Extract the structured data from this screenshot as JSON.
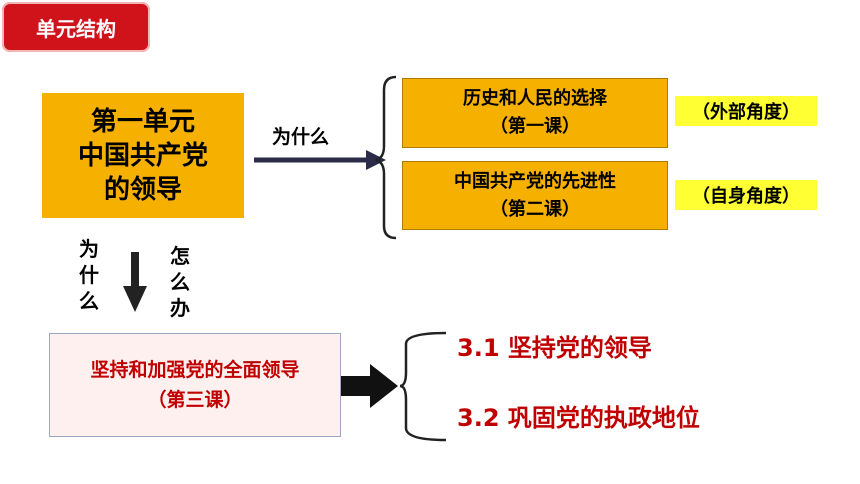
{
  "header": {
    "tag_label": "单元结构"
  },
  "unit": {
    "line1": "第一单元",
    "line2": "中国共产党",
    "line3": "的领导"
  },
  "why_label": "为什么",
  "lessons": [
    {
      "title": "历史和人民的选择",
      "number": "（第一课）",
      "angle": "（外部角度）"
    },
    {
      "title": "中国共产党的先进性",
      "number": "（第二课）",
      "angle": "（自身角度）"
    }
  ],
  "vertical_left": [
    "为",
    "什",
    "么"
  ],
  "vertical_right": [
    "怎",
    "么",
    "办"
  ],
  "lesson3": {
    "title": "坚持和加强党的全面领导",
    "number": "（第三课）"
  },
  "sections": [
    "3.1 坚持党的领导",
    "3.2 巩固党的执政地位"
  ],
  "colors": {
    "tag_red": "#d0121b",
    "box_orange": "#f5b000",
    "highlight_yellow": "#ffff33",
    "text_red": "#c00000"
  }
}
